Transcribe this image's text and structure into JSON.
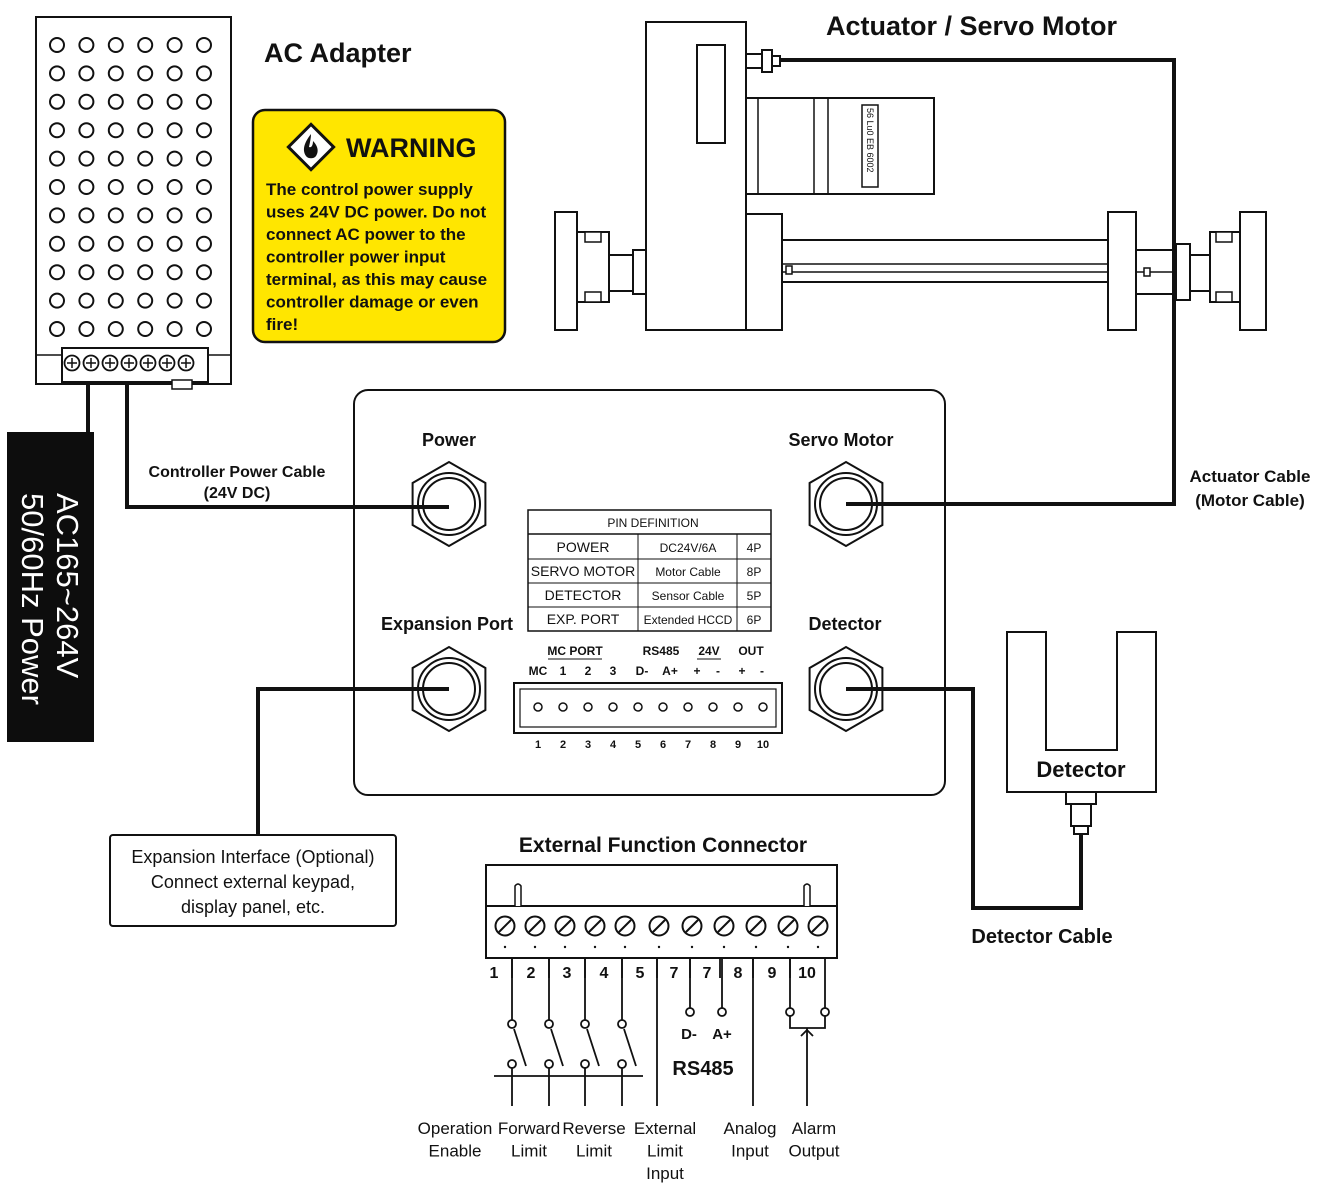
{
  "ac_adapter": {
    "title": "AC Adapter",
    "power_label_line1": "AC165~264V",
    "power_label_line2": "50/60Hz Power"
  },
  "warning": {
    "title": "WARNING",
    "lines": [
      "The control power supply",
      "uses 24V DC power. Do not",
      "connect AC power to the",
      "controller power input",
      "terminal, as this may cause",
      "controller damage or even",
      "fire!"
    ],
    "bg_color": "#ffe600"
  },
  "actuator": {
    "title": "Actuator / Servo Motor",
    "motor_label": "56 Lu0 EB 6002"
  },
  "cables": {
    "controller_power_line1": "Controller Power Cable",
    "controller_power_line2": "(24V DC)",
    "actuator_line1": "Actuator Cable",
    "actuator_line2": "(Motor Cable)",
    "detector": "Detector Cable"
  },
  "controller": {
    "port_power": "Power",
    "port_servo": "Servo Motor",
    "port_expansion": "Expansion Port",
    "port_detector": "Detector",
    "pin_table": {
      "header": "PIN DEFINITION",
      "rows": [
        [
          "POWER",
          "DC24V/6A",
          "4P"
        ],
        [
          "SERVO MOTOR",
          "Motor Cable",
          "8P"
        ],
        [
          "DETECTOR",
          "Sensor Cable",
          "5P"
        ],
        [
          "EXP. PORT",
          "Extended HCCD",
          "6P"
        ]
      ]
    },
    "terminal": {
      "group_mc_port": "MC PORT",
      "group_rs485": "RS485",
      "group_24v": "24V",
      "group_out": "OUT",
      "sub_labels": [
        "MC",
        "1",
        "2",
        "3",
        "D-",
        "A+",
        "+",
        "-",
        "+",
        "-"
      ],
      "pin_numbers": [
        "1",
        "2",
        "3",
        "4",
        "5",
        "6",
        "7",
        "8",
        "9",
        "10"
      ]
    }
  },
  "detector": {
    "title": "Detector"
  },
  "expansion_box": {
    "lines": [
      "Expansion Interface (Optional)",
      "Connect external keypad,",
      "display panel, etc."
    ]
  },
  "external_connector": {
    "title": "External Function Connector",
    "pin_numbers": [
      "1",
      "2",
      "3",
      "4",
      "5",
      "7",
      "7",
      "8",
      "9",
      "10"
    ],
    "rs485_d": "D-",
    "rs485_a": "A+",
    "rs485_label": "RS485",
    "functions": [
      [
        "Operation",
        "Enable"
      ],
      [
        "Forward",
        "Limit"
      ],
      [
        "Reverse",
        "Limit"
      ],
      [
        "External",
        "Limit",
        "Input"
      ],
      [
        "Analog",
        "Input"
      ],
      [
        "Alarm",
        "Output"
      ]
    ]
  }
}
